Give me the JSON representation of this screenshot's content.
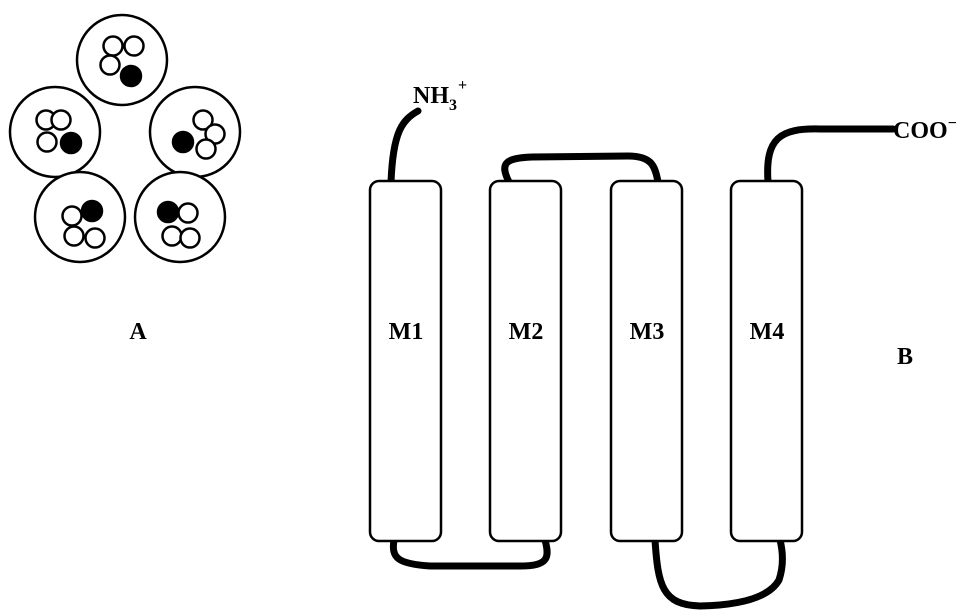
{
  "panel_a": {
    "label": "A",
    "subunit_count": 5
  },
  "panel_b": {
    "label": "B",
    "n_terminus": {
      "base": "NH",
      "subscript": "3",
      "superscript": "+"
    },
    "c_terminus": "COO",
    "c_terminus_superscript": "−",
    "segments": [
      "M1",
      "M2",
      "M3",
      "M4"
    ]
  },
  "colors": {
    "stroke": "#000000",
    "fill": "#ffffff",
    "dark_subunit": "#000000"
  }
}
